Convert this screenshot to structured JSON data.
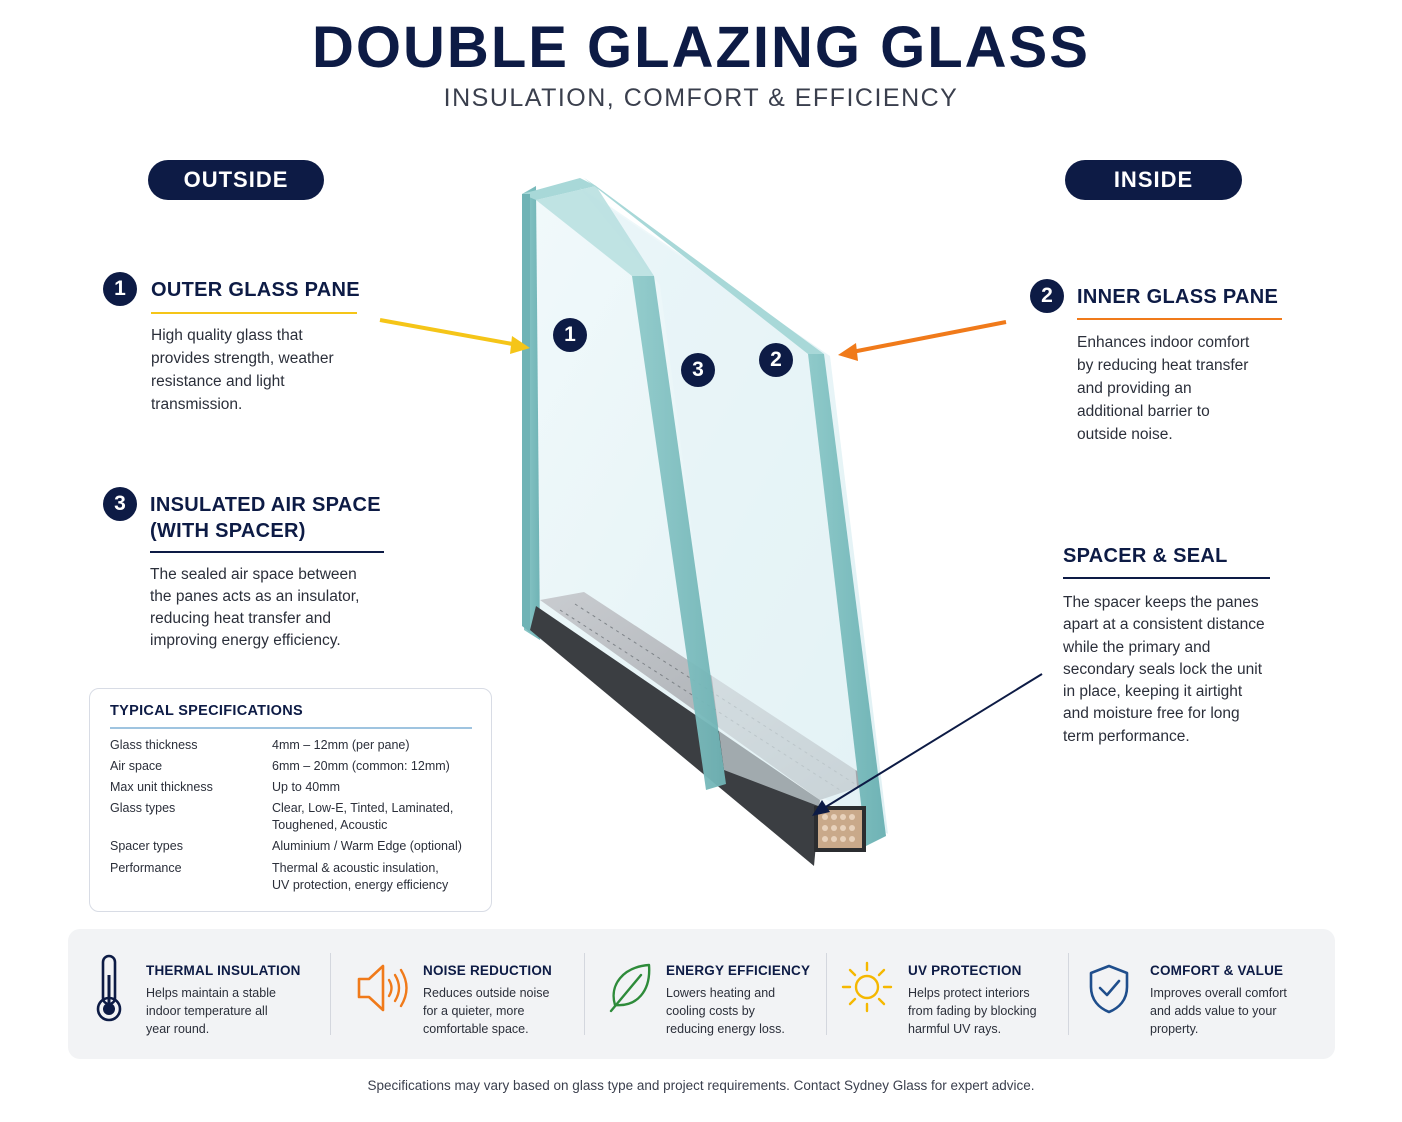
{
  "header": {
    "title": "DOUBLE GLAZING GLASS",
    "subtitle": "INSULATION, COMFORT & EFFICIENCY"
  },
  "labels": {
    "outside": "OUTSIDE",
    "inside": "INSIDE"
  },
  "callouts": {
    "outer": {
      "number": "1",
      "title": "OUTER GLASS PANE",
      "lines": [
        "High quality glass that",
        "provides strength, weather",
        "resistance and light",
        "transmission."
      ]
    },
    "inner": {
      "number": "2",
      "title": "INNER GLASS PANE",
      "lines": [
        "Enhances indoor comfort",
        "by reducing heat transfer",
        "and providing an",
        "additional barrier to",
        "outside noise."
      ]
    },
    "air": {
      "number": "3",
      "title_line1": "INSULATED AIR SPACE",
      "title_line2": "(WITH SPACER)",
      "lines": [
        "The sealed air space between",
        "the panes acts as an insulator,",
        "reducing heat transfer and",
        "improving energy efficiency."
      ]
    },
    "spacer": {
      "title": "SPACER & SEAL",
      "lines": [
        "The spacer keeps the panes",
        "apart at a consistent distance",
        "while the primary and",
        "secondary seals lock the unit",
        "in place, keeping it airtight",
        "and moisture free for long",
        "term performance."
      ]
    }
  },
  "diagram_markers": [
    "1",
    "3",
    "2"
  ],
  "specs": {
    "title": "TYPICAL SPECIFICATIONS",
    "rows": [
      {
        "label": "Glass thickness",
        "value": "4mm – 12mm (per pane)"
      },
      {
        "label": "Air space",
        "value": "6mm – 20mm (common: 12mm)"
      },
      {
        "label": "Max unit thickness",
        "value": "Up to 40mm"
      },
      {
        "label": "Glass types",
        "value": "Clear, Low-E, Tinted, Laminated,",
        "value2": "Toughened, Acoustic"
      },
      {
        "label": "Spacer types",
        "value": "Aluminium / Warm Edge (optional)"
      },
      {
        "label": "Performance",
        "value": "Thermal & acoustic insulation,",
        "value2": "UV protection, energy efficiency"
      }
    ]
  },
  "benefits": [
    {
      "icon": "thermometer-icon",
      "title": "THERMAL INSULATION",
      "lines": [
        "Helps maintain a stable",
        "indoor temperature all",
        "year round."
      ]
    },
    {
      "icon": "speaker-icon",
      "title": "NOISE REDUCTION",
      "lines": [
        "Reduces outside noise",
        "for a quieter, more",
        "comfortable space."
      ]
    },
    {
      "icon": "leaf-icon",
      "title": "ENERGY EFFICIENCY",
      "lines": [
        "Lowers heating and",
        "cooling costs by",
        "reducing energy loss."
      ]
    },
    {
      "icon": "sun-icon",
      "title": "UV PROTECTION",
      "lines": [
        "Helps protect interiors",
        "from fading by blocking",
        "harmful UV rays."
      ]
    },
    {
      "icon": "shield-check-icon",
      "title": "COMFORT & VALUE",
      "lines": [
        "Improves overall comfort",
        "and adds value to your",
        "property."
      ]
    }
  ],
  "colors": {
    "navy": "#0d1b45",
    "yellow_accent": "#f5c518",
    "orange_accent": "#f07a1a",
    "green_accent": "#2e8b3a",
    "glass_edge": "#7fc2c2"
  },
  "footer": "Specifications may vary based on glass type and project requirements. Contact Sydney Glass for expert advice."
}
